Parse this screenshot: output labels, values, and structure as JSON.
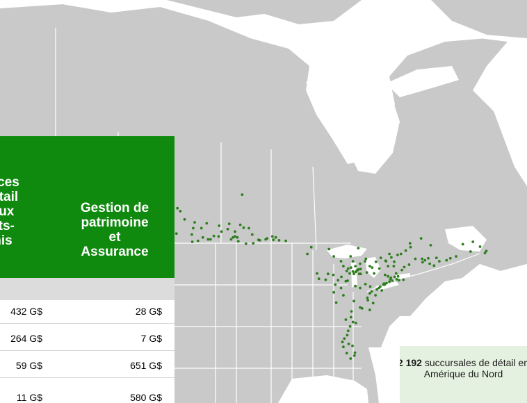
{
  "table": {
    "headers": [
      "vices\ntétail\naux\nats-\nnis",
      "Gestion de\npatrimoine\net\nAssurance"
    ],
    "rows": [
      [
        "432 G$",
        "28 G$"
      ],
      [
        "264 G$",
        "7 G$"
      ],
      [
        "59 G$",
        "651 G$"
      ],
      [
        "11 G$",
        "580 G$"
      ]
    ]
  },
  "stat": {
    "count": "2 192",
    "text": "succursales de détail en Amérique du Nord"
  },
  "colors": {
    "brand_green": "#0f8a0f",
    "dot_green": "#2e7d1e",
    "land": "#c9c9c9",
    "water": "#ffffff",
    "border": "#ffffff"
  },
  "map": {
    "branch_points": [
      [
        -103.6,
        59.2
      ],
      [
        -117.1,
        56.4
      ],
      [
        -102.2,
        52.3
      ],
      [
        -106.6,
        52.1
      ],
      [
        -105.1,
        51.6
      ],
      [
        -105.1,
        50.6
      ],
      [
        -107.9,
        51.6
      ],
      [
        -110.2,
        50.0
      ],
      [
        -111.8,
        50.4
      ],
      [
        -113.5,
        53.5
      ],
      [
        -114.1,
        51.0
      ],
      [
        -113.8,
        52.3
      ],
      [
        -116.5,
        55.8
      ],
      [
        -119.5,
        50.3
      ],
      [
        -105.5,
        50.4
      ],
      [
        -104.6,
        50.4
      ],
      [
        -101.5,
        51.0
      ],
      [
        -100.2,
        49.9
      ],
      [
        -97.1,
        49.9
      ],
      [
        -96.6,
        50.4
      ],
      [
        -99.9,
        49.8
      ],
      [
        -98.4,
        50.2
      ],
      [
        -95.9,
        49.8
      ],
      [
        -94.5,
        49.7
      ],
      [
        -89.2,
        48.4
      ],
      [
        -84.5,
        46.5
      ],
      [
        -81.0,
        46.5
      ],
      [
        -79.5,
        43.7
      ],
      [
        -79.4,
        43.8
      ],
      [
        -79.7,
        43.6
      ],
      [
        -80.5,
        43.4
      ],
      [
        -81.2,
        43.0
      ],
      [
        -82.9,
        42.3
      ],
      [
        -79.2,
        42.9
      ],
      [
        -78.9,
        43.9
      ],
      [
        -76.5,
        44.2
      ],
      [
        -75.7,
        45.4
      ],
      [
        -73.6,
        45.5
      ],
      [
        -73.7,
        45.6
      ],
      [
        -71.2,
        46.8
      ],
      [
        -72.5,
        46.3
      ],
      [
        -71.9,
        45.4
      ],
      [
        -68.5,
        48.4
      ],
      [
        -66.1,
        46.0
      ],
      [
        -64.8,
        46.1
      ],
      [
        -63.6,
        44.6
      ],
      [
        -63.1,
        46.2
      ],
      [
        -60.2,
        46.1
      ],
      [
        -66.0,
        45.3
      ],
      [
        -52.7,
        47.6
      ],
      [
        -57.6,
        49.0
      ],
      [
        -71.1,
        42.4
      ],
      [
        -71.4,
        41.8
      ],
      [
        -72.7,
        41.8
      ],
      [
        -73.9,
        40.7
      ],
      [
        -74.2,
        40.7
      ],
      [
        -74.0,
        40.9
      ],
      [
        -75.1,
        40.0
      ],
      [
        -75.5,
        39.7
      ],
      [
        -76.6,
        39.3
      ],
      [
        -77.0,
        38.9
      ],
      [
        -77.4,
        37.5
      ],
      [
        -76.3,
        36.9
      ],
      [
        -78.6,
        35.8
      ],
      [
        -80.8,
        35.2
      ],
      [
        -79.9,
        32.8
      ],
      [
        -80.9,
        34.0
      ],
      [
        -81.1,
        32.1
      ],
      [
        -81.7,
        30.3
      ],
      [
        -81.4,
        28.5
      ],
      [
        -82.5,
        27.9
      ],
      [
        -80.2,
        26.1
      ],
      [
        -80.1,
        26.7
      ],
      [
        -81.8,
        26.6
      ],
      [
        -70.3,
        43.7
      ],
      [
        -71.5,
        43.0
      ],
      [
        -73.2,
        44.5
      ],
      [
        -73.8,
        42.7
      ],
      [
        -76.1,
        43.0
      ],
      [
        -77.6,
        43.2
      ],
      [
        -78.9,
        42.9
      ],
      [
        -75.0,
        44.0
      ],
      [
        -72.0,
        44.5
      ],
      [
        -69.8,
        44.3
      ],
      [
        -68.8,
        44.8
      ],
      [
        -67.5,
        46.0
      ],
      [
        -64.5,
        45.0
      ],
      [
        -65.5,
        45.7
      ],
      [
        -70.5,
        47.0
      ],
      [
        -69.5,
        47.7
      ],
      [
        -77.0,
        44.5
      ],
      [
        -80.0,
        44.5
      ],
      [
        -81.5,
        44.0
      ],
      [
        -82.5,
        44.5
      ],
      [
        -83.0,
        45.5
      ],
      [
        -80.5,
        45.5
      ],
      [
        -79.0,
        45.0
      ],
      [
        -78.0,
        45.5
      ],
      [
        -80.3,
        42.9
      ],
      [
        -81.8,
        43.5
      ],
      [
        -80.9,
        44.2
      ],
      [
        -79.9,
        43.3
      ],
      [
        -77.5,
        38.0
      ],
      [
        -75.8,
        38.5
      ],
      [
        -74.5,
        39.5
      ],
      [
        -74.8,
        40.3
      ],
      [
        -73.5,
        41.0
      ],
      [
        -72.9,
        41.3
      ],
      [
        -72.3,
        41.5
      ],
      [
        -70.9,
        41.6
      ],
      [
        -70.0,
        41.7
      ],
      [
        -71.8,
        42.3
      ],
      [
        -72.6,
        42.1
      ],
      [
        -73.2,
        42.4
      ],
      [
        -76.9,
        40.3
      ],
      [
        -77.9,
        40.8
      ],
      [
        -79.0,
        40.0
      ],
      [
        -80.0,
        40.4
      ],
      [
        -84.5,
        39.1
      ],
      [
        -83.0,
        40.0
      ],
      [
        -84.2,
        40.7
      ],
      [
        -82.0,
        41.4
      ],
      [
        -81.6,
        41.5
      ],
      [
        -83.6,
        41.6
      ],
      [
        -85.7,
        42.9
      ],
      [
        -84.6,
        42.7
      ],
      [
        -86.2,
        41.7
      ],
      [
        -87.6,
        41.9
      ],
      [
        -88.0,
        43.0
      ],
      [
        -114.0,
        49.5
      ],
      [
        -112.8,
        49.7
      ],
      [
        -111.0,
        53.3
      ],
      [
        -118.8,
        55.2
      ],
      [
        -110.7,
        50.0
      ],
      [
        -108.4,
        52.8
      ],
      [
        -106.3,
        53.2
      ],
      [
        -103.3,
        52.4
      ],
      [
        -104.0,
        53.0
      ],
      [
        -97.3,
        50.6
      ],
      [
        -98.7,
        50.0
      ],
      [
        -101.3,
        49.2
      ],
      [
        -102.8,
        49.1
      ],
      [
        -109.5,
        50.7
      ],
      [
        -112.1,
        52.3
      ],
      [
        -115.6,
        54.1
      ],
      [
        -117.3,
        51.2
      ],
      [
        -120.3,
        50.7
      ],
      [
        -119.3,
        49.9
      ],
      [
        -121.3,
        50.1
      ],
      [
        -108.5,
        50.6
      ],
      [
        -105.9,
        50.0
      ],
      [
        -104.4,
        49.6
      ],
      [
        -90.0,
        47.0
      ],
      [
        -85.5,
        48.0
      ],
      [
        -79.4,
        48.2
      ],
      [
        -77.8,
        46.0
      ],
      [
        -74.7,
        46.2
      ],
      [
        -72.9,
        47.0
      ],
      [
        -68.6,
        49.2
      ],
      [
        -66.3,
        50.2
      ],
      [
        -64.3,
        48.8
      ],
      [
        -62.5,
        45.5
      ],
      [
        -61.0,
        45.7
      ],
      [
        -59.0,
        46.5
      ],
      [
        -56.0,
        47.5
      ],
      [
        -54.0,
        48.5
      ],
      [
        -53.0,
        47.2
      ],
      [
        -55.5,
        49.5
      ],
      [
        -84.0,
        37.0
      ],
      [
        -82.5,
        38.5
      ],
      [
        -80.3,
        37.3
      ],
      [
        -79.0,
        36.0
      ],
      [
        -77.0,
        35.5
      ],
      [
        -82.0,
        33.5
      ],
      [
        -80.5,
        33.0
      ],
      [
        -81.5,
        31.2
      ],
      [
        -82.3,
        29.6
      ],
      [
        -80.6,
        28.1
      ],
      [
        -82.7,
        28.9
      ],
      [
        -81.0,
        25.5
      ]
    ]
  }
}
